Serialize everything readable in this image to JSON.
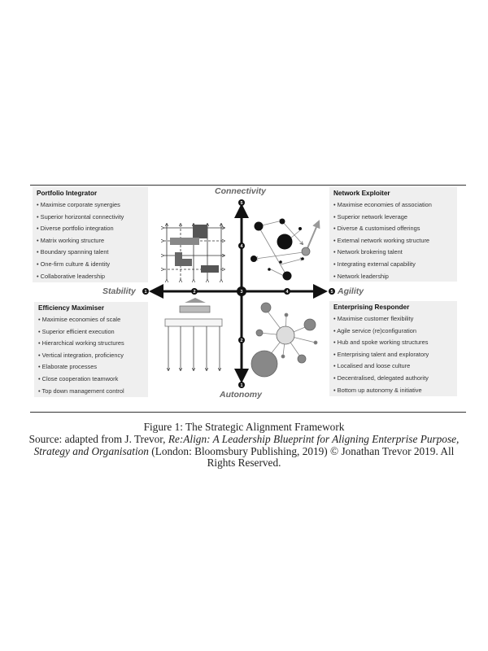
{
  "axes": {
    "top": "Connectivity",
    "bottom": "Autonomy",
    "left": "Stability",
    "right": "Agility",
    "vertical_nodes": [
      "5",
      "4",
      "3",
      "2",
      "1"
    ],
    "horizontal_nodes": [
      "1",
      "2",
      "3",
      "4",
      "5"
    ]
  },
  "quadrants": {
    "portfolio_integrator": {
      "title": "Portfolio Integrator",
      "items": [
        "Maximise corporate synergies",
        "Superior horizontal connectivity",
        "Diverse portfolio integration",
        "Matrix working structure",
        "Boundary spanning talent",
        "One-firm culture & identity",
        "Collaborative leadership"
      ]
    },
    "network_exploiter": {
      "title": "Network Exploiter",
      "items": [
        "Maximise economies of association",
        "Superior network leverage",
        "Diverse & customised offerings",
        "External network working structure",
        "Network brokering talent",
        "Integrating external capability",
        "Network leadership"
      ]
    },
    "efficiency_maximiser": {
      "title": "Efficiency Maximiser",
      "items": [
        "Maximise economies of scale",
        "Superior efficient execution",
        "Hierarchical working structures",
        "Vertical integration, proficiency",
        "Elaborate processes",
        "Close cooperation teamwork",
        "Top down management control"
      ]
    },
    "enterprising_responder": {
      "title": "Enterprising Responder",
      "items": [
        "Maximise customer flexibility",
        "Agile service (re)configuration",
        "Hub and spoke working structures",
        "Enterprising talent and exploratory",
        "Localised and loose culture",
        "Decentralised, delegated authority",
        "Bottom up autonomy & initiative"
      ]
    }
  },
  "caption": {
    "title": "Figure 1: The Strategic Alignment Framework",
    "source_prefix": "Source: adapted from J. Trevor, ",
    "book_title": "Re:Align: A Leadership Blueprint for Aligning Enterprise Purpose, Strategy and Organisation",
    "source_suffix": " (London: Bloomsbury Publishing, 2019) © Jonathan Trevor 2019. All Rights Reserved."
  }
}
